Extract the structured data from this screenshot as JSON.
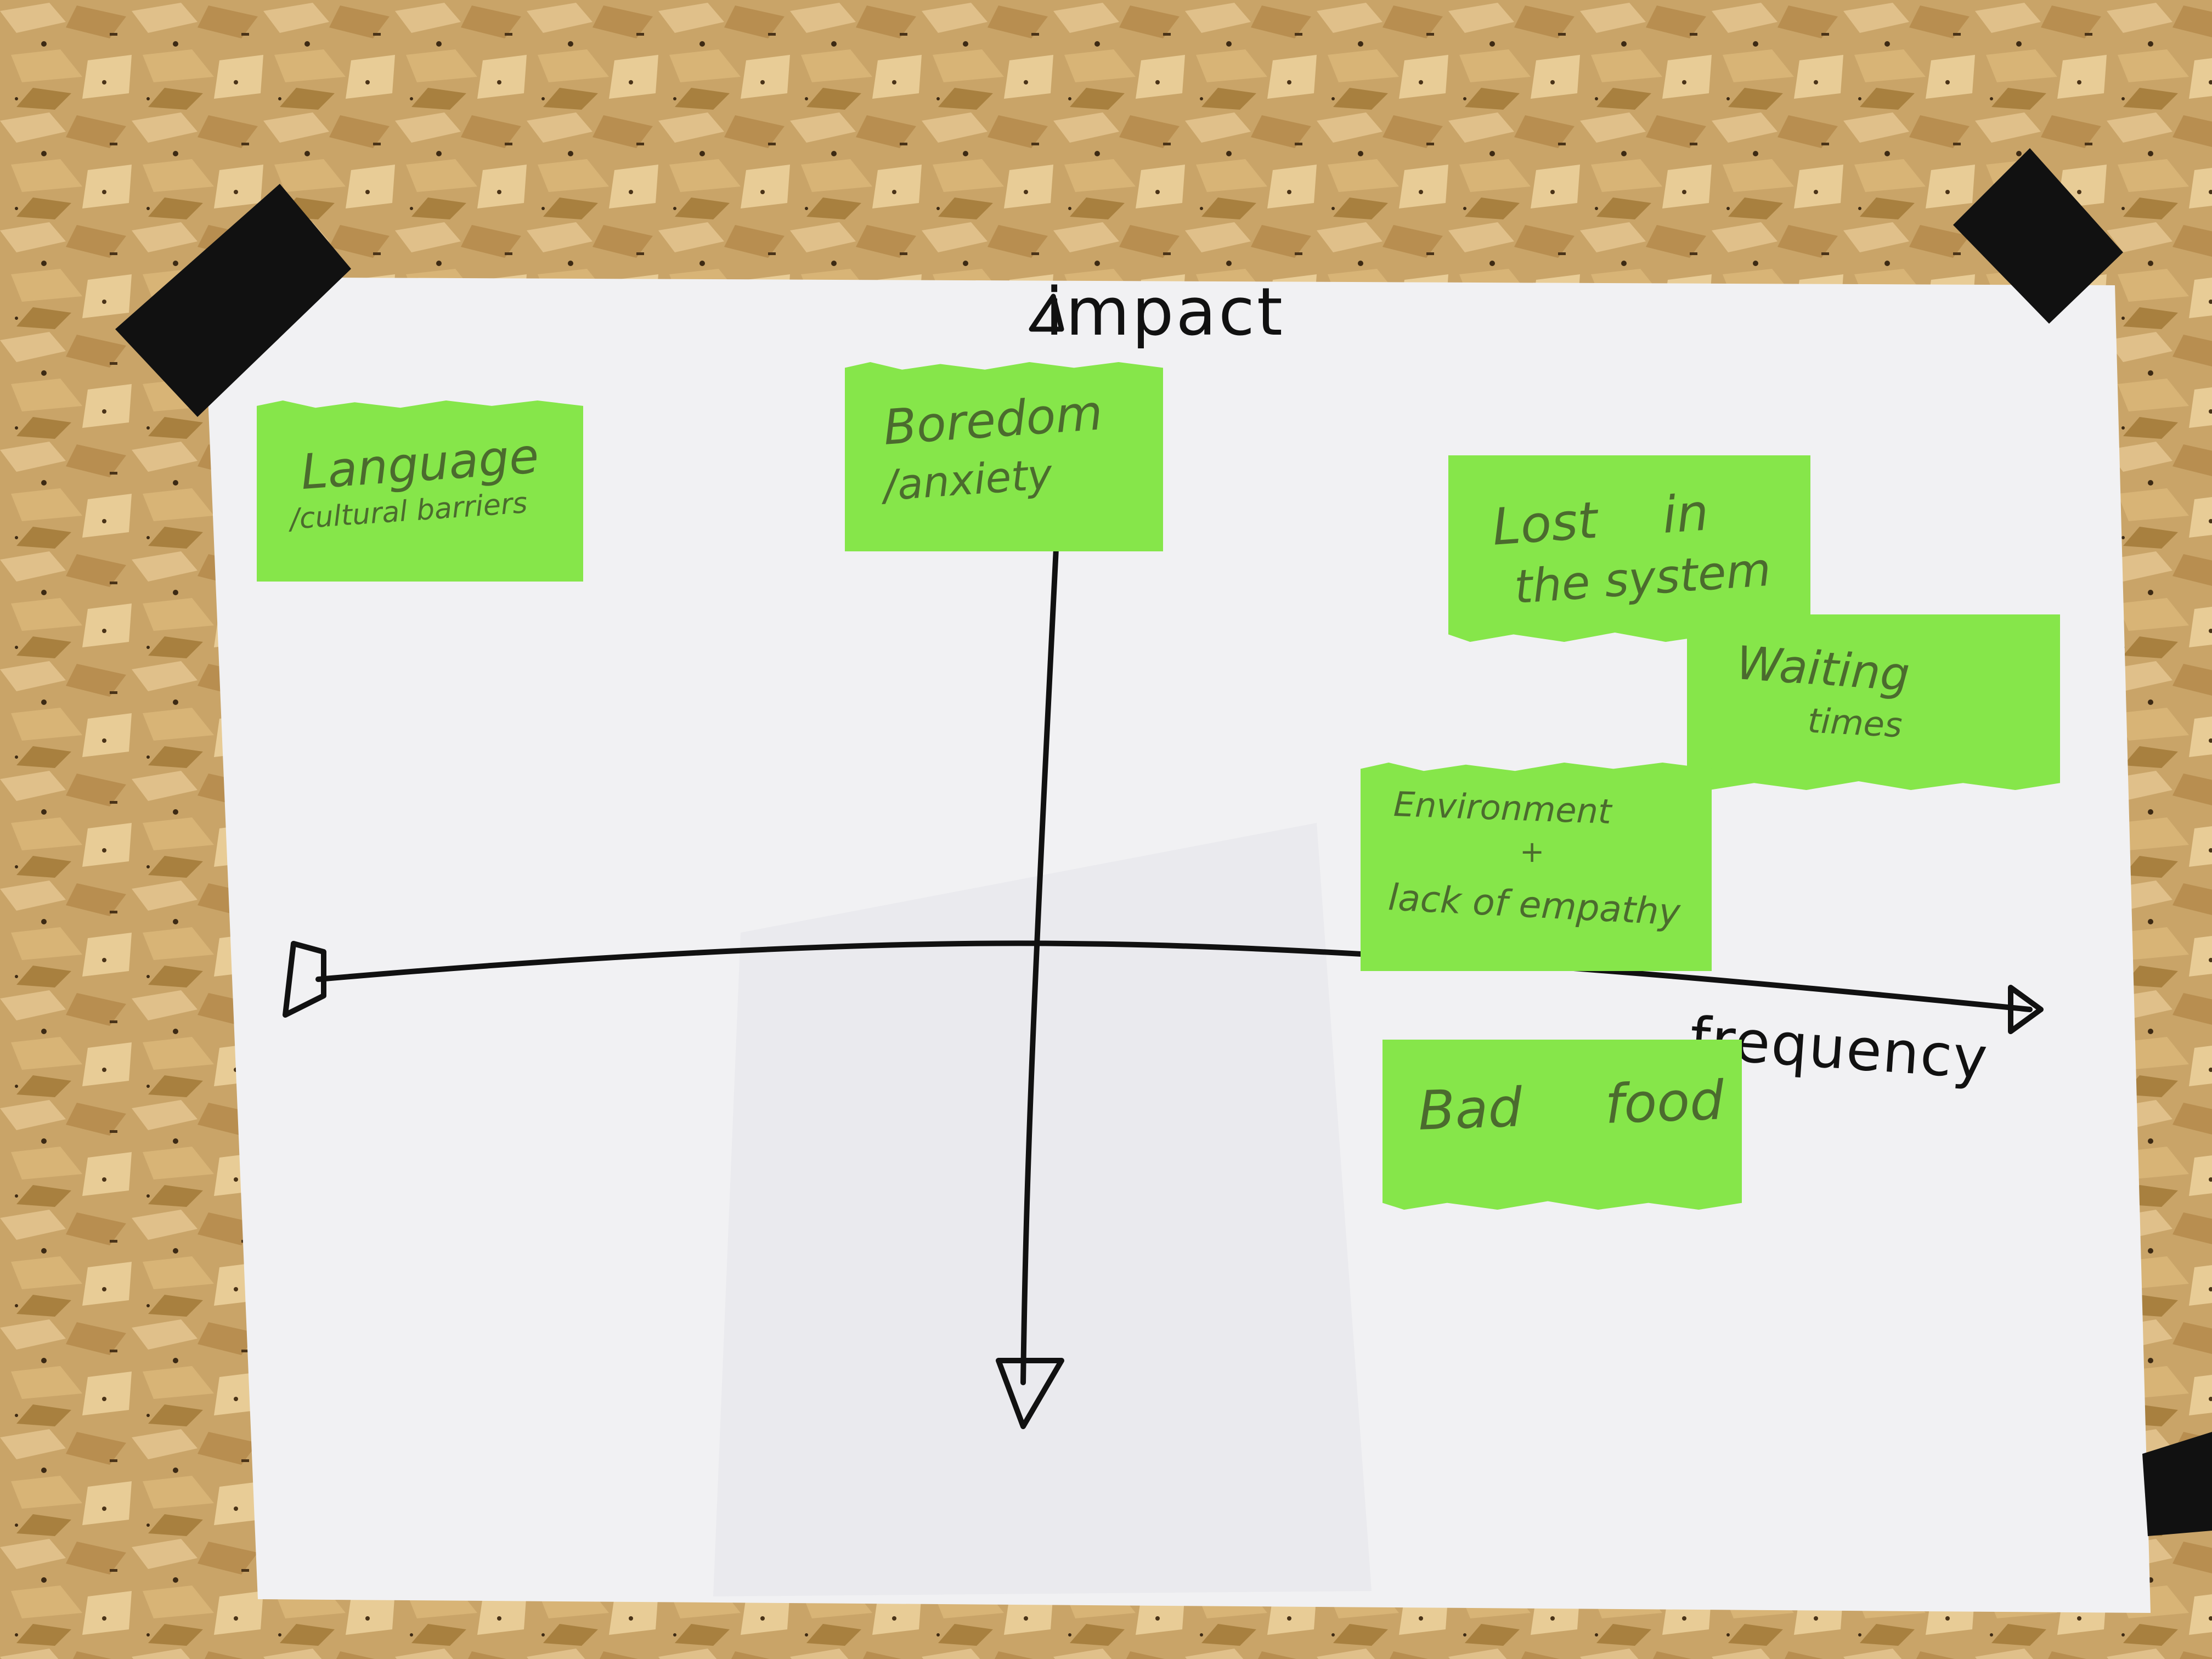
{
  "axes": {
    "vertical_label": "impact",
    "horizontal_label": "frequency"
  },
  "notes": [
    {
      "id": "language",
      "lines": [
        "Language",
        "/cultural barriers"
      ]
    },
    {
      "id": "boredom",
      "lines": [
        "Boredom",
        "/anxiety"
      ]
    },
    {
      "id": "lost",
      "lines": [
        "Lost in",
        "the system"
      ]
    },
    {
      "id": "waiting",
      "lines": [
        "Waiting",
        "times"
      ]
    },
    {
      "id": "environment",
      "lines": [
        "Environment",
        "+",
        "lack of empathy"
      ]
    },
    {
      "id": "badfood",
      "lines": [
        "Bad food"
      ]
    }
  ],
  "colors": {
    "board": "#c9a468",
    "paper": "#f1f1f3",
    "note": "#86e64a",
    "ink": "#111111",
    "tape": "#111111"
  }
}
